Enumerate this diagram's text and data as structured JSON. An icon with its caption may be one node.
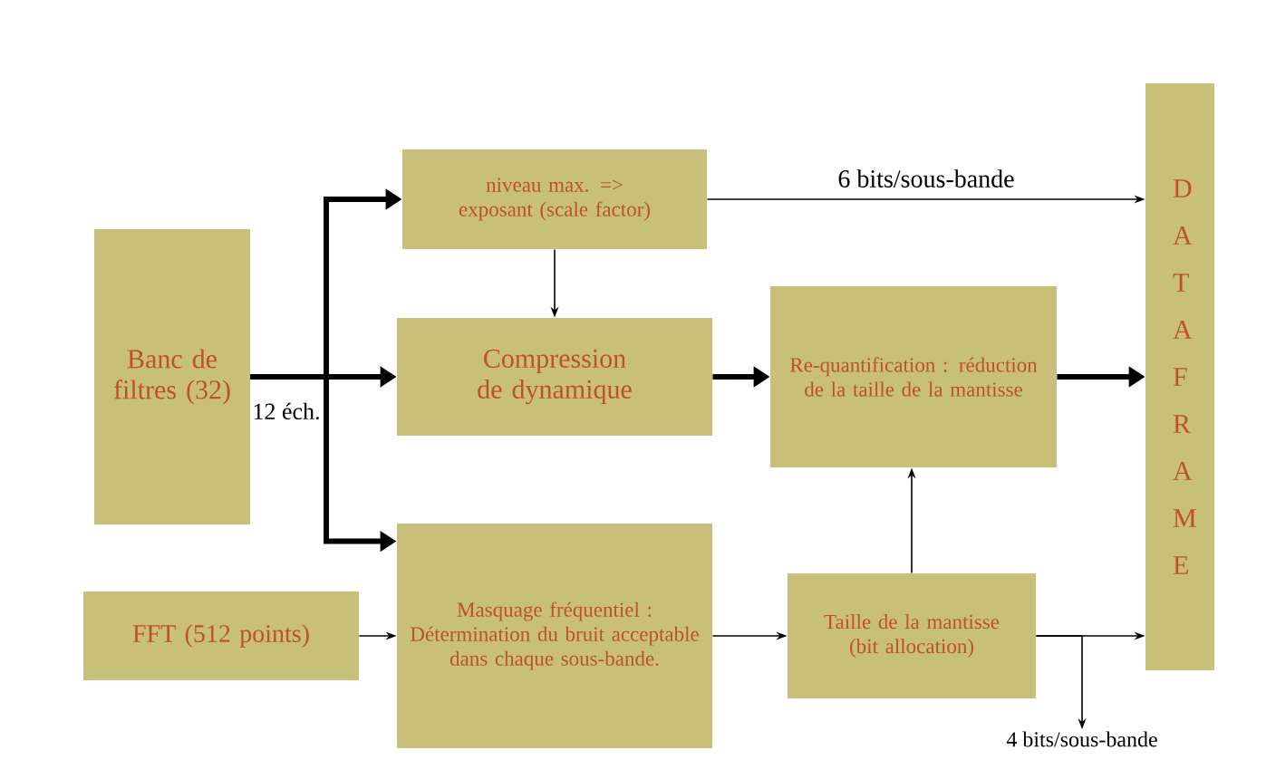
{
  "diagram": {
    "nodes": [
      {
        "text": [
          "Banc de filtres (32)"
        ]
      },
      {
        "text": [
          "niveau max. => exposant (scale factor)"
        ]
      },
      {
        "text": [
          "Compression de dynamique"
        ]
      },
      {
        "text": [
          "Masquage fréquentiel : Détermination du bruit acceptable dans chaque sous-bande."
        ]
      },
      {
        "text": [
          "FFT (512 points)"
        ]
      },
      {
        "text": [
          "Re-quantification : réduction de la taille de la mantisse"
        ]
      },
      {
        "text": [
          "Taille de la mantisse (bit allocation)"
        ]
      },
      {
        "text": [
          "D A T A F R A M E"
        ]
      },
      {
        "text": [
          "4 bits/sous-bande"
        ]
      }
    ],
    "edges": [
      {
        "from": 0,
        "to": 1,
        "arrow": "to",
        "style": "thick"
      },
      {
        "from": 0,
        "to": 2,
        "arrow": "to",
        "style": "thick"
      },
      {
        "from": 0,
        "to": 3,
        "arrow": "to",
        "style": "thick"
      },
      {
        "from": 1,
        "to": 2,
        "arrow": "to"
      },
      {
        "from": 1,
        "to": 7,
        "arrow": "to",
        "label": "6 bits/sous-bande"
      },
      {
        "from": 2,
        "to": 5,
        "arrow": "to",
        "style": "thick"
      },
      {
        "from": 5,
        "to": 7,
        "arrow": "to",
        "style": "thick"
      },
      {
        "from": 4,
        "to": 3,
        "arrow": "to"
      },
      {
        "from": 3,
        "to": 6,
        "arrow": "to"
      },
      {
        "from": 6,
        "to": 5,
        "arrow": "to"
      },
      {
        "from": 6,
        "to": 7,
        "arrow": "to"
      },
      {
        "from": 6,
        "to": 8,
        "arrow": "to"
      }
    ],
    "labels": [
      "12 éch."
    ]
  }
}
